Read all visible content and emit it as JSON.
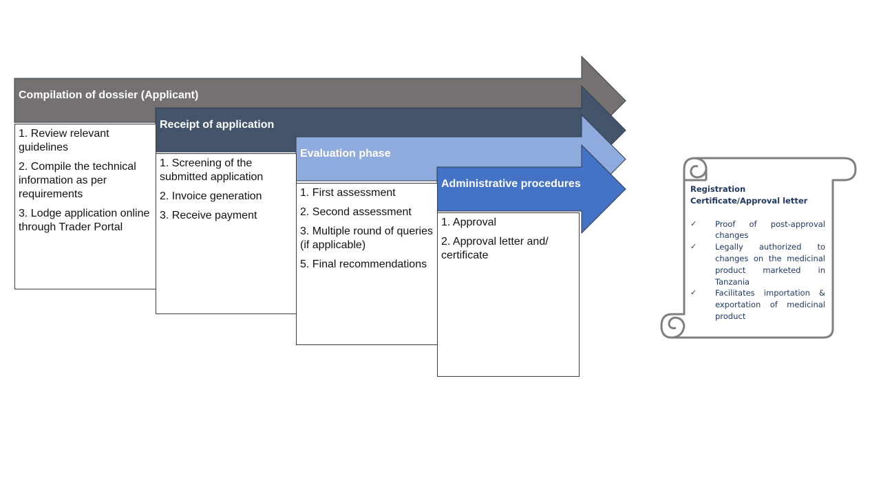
{
  "stages": [
    {
      "title": "Compilation of dossier (Applicant)",
      "color": "#767171",
      "items": [
        "1. Review relevant guidelines",
        "2. Compile the technical information as per requirements",
        "3. Lodge application online through Trader Portal"
      ]
    },
    {
      "title": "Receipt of application",
      "color": "#44546a",
      "items": [
        "1. Screening of the submitted application",
        "2. Invoice generation",
        "3. Receive payment"
      ]
    },
    {
      "title": "Evaluation phase",
      "color": "#8faadc",
      "items": [
        "1. First assessment",
        "2. Second assessment",
        "3. Multiple round of queries (if applicable)",
        "5. Final recommendations"
      ]
    },
    {
      "title": "Administrative procedures",
      "color": "#4472c4",
      "items": [
        "1. Approval",
        "2. Approval letter and/ certificate"
      ]
    }
  ],
  "certificate": {
    "title": "Registration Certificate/Approval letter",
    "check_icon": "check-icon",
    "items": [
      "Proof of post-approval changes",
      "Legally authorized to changes on the medicinal product marketed in Tanzania",
      "Facilitates importation & exportation of medicinal product"
    ]
  }
}
